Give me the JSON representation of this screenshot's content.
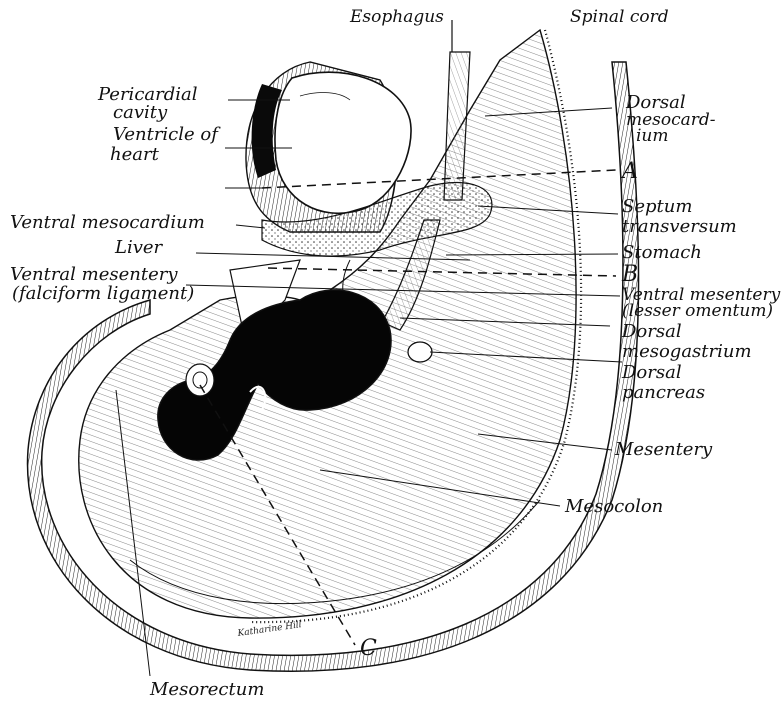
{
  "labels": {
    "esophagus": "Esophagus",
    "spinal_cord": "Spinal cord",
    "pericardial_cavity_1": "Pericardial",
    "pericardial_cavity_2": "cavity",
    "ventricle_1": "Ventricle of",
    "ventricle_2": "heart",
    "dorsal_mesocardium_1": "Dorsal",
    "dorsal_mesocardium_2": "mesocard-",
    "dorsal_mesocardium_3": "ium",
    "plane_a": "A",
    "septum_1": "Septum",
    "septum_2": "transversum",
    "ventral_mesocardium": "Ventral mesocardium",
    "liver": "Liver",
    "stomach": "Stomach",
    "plane_b": "B",
    "ventral_mesentery_1": "Ventral mesentery",
    "ventral_mesentery_2": "(falciform ligament)",
    "lesser_omentum_1": "Ventral mesentery",
    "lesser_omentum_2": "(lesser omentum)",
    "dorsal_mesogastrium_1": "Dorsal",
    "dorsal_mesogastrium_2": "mesogastrium",
    "dorsal_pancreas_1": "Dorsal",
    "dorsal_pancreas_2": "pancreas",
    "mesentery": "Mesentery",
    "mesocolon": "Mesocolon",
    "plane_c": "C",
    "mesorectum": "Mesorectum",
    "signature": "Katharine Hill"
  }
}
